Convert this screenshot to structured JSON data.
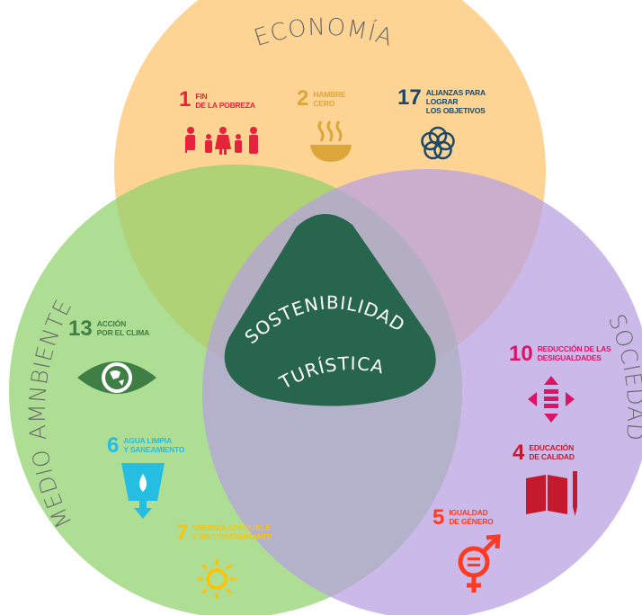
{
  "circles": {
    "economia": {
      "title": "ECONOMÍA",
      "color": "#fcc46b"
    },
    "medio_ambiente": {
      "title": "MEDIO AMNBIENTE",
      "color": "#8fd16a"
    },
    "sociedad": {
      "title": "SOCIEDAD",
      "color": "#b79fe0"
    }
  },
  "center": {
    "line1": "SOSTENIBILIDAD",
    "line2": "TURÍSTICA",
    "color": "#27664d"
  },
  "goals": {
    "g1": {
      "number": "1",
      "label": "FIN\nDE LA POBREZA",
      "color": "#e5243b",
      "icon": "people-icon"
    },
    "g2": {
      "number": "2",
      "label": "HAMBRE\nCERO",
      "color": "#dda63a",
      "icon": "bowl-icon"
    },
    "g17": {
      "number": "17",
      "label": "ALIANZAS PARA\nLOGRAR\nLOS OBJETIVOS",
      "color": "#19486a",
      "icon": "flower-icon"
    },
    "g13": {
      "number": "13",
      "label": "ACCIÓN\nPOR EL CLIMA",
      "color": "#3f7e44",
      "icon": "eye-globe-icon"
    },
    "g6": {
      "number": "6",
      "label": "AGUA LIMPIA\nY SANEAMIENTO",
      "color": "#26bde2",
      "icon": "water-icon"
    },
    "g7": {
      "number": "7",
      "label": "ENERGÍA ASEQUIBLE\nY NO CONTAMINANTE",
      "color": "#fcc30b",
      "icon": "sun-icon"
    },
    "g10": {
      "number": "10",
      "label": "REDUCCIÓN DE LAS\nDESIGUALDADES",
      "color": "#dd1367",
      "icon": "equality-arrows-icon"
    },
    "g4": {
      "number": "4",
      "label": "EDUCACIÓN\nDE CALIDAD",
      "color": "#c5192d",
      "icon": "book-icon"
    },
    "g5": {
      "number": "5",
      "label": "IGUALDAD\nDE GÉNERO",
      "color": "#ff3a21",
      "icon": "gender-icon"
    }
  }
}
